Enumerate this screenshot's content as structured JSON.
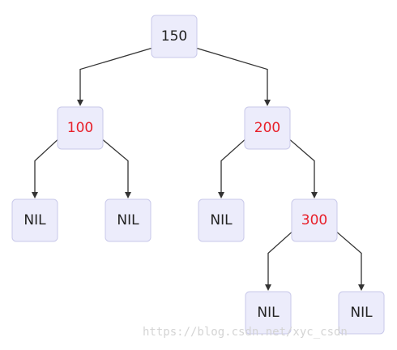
{
  "colors": {
    "black_label": "#222222",
    "red_label": "#e8202a",
    "node_fill": "#ececfb",
    "node_border": "#c9c9ea",
    "edge": "#333333",
    "watermark": "#d4d4d4"
  },
  "nodes": [
    {
      "id": "n150",
      "label": "150",
      "color": "black"
    },
    {
      "id": "n100",
      "label": "100",
      "color": "red"
    },
    {
      "id": "n200",
      "label": "200",
      "color": "red"
    },
    {
      "id": "nilA",
      "label": "NIL",
      "color": "black"
    },
    {
      "id": "nilB",
      "label": "NIL",
      "color": "black"
    },
    {
      "id": "nilC",
      "label": "NIL",
      "color": "black"
    },
    {
      "id": "n300",
      "label": "300",
      "color": "red"
    },
    {
      "id": "nilD",
      "label": "NIL",
      "color": "black"
    },
    {
      "id": "nilE",
      "label": "NIL",
      "color": "black"
    }
  ],
  "edges": [
    {
      "from": "n150",
      "to": "n100"
    },
    {
      "from": "n150",
      "to": "n200"
    },
    {
      "from": "n100",
      "to": "nilA"
    },
    {
      "from": "n100",
      "to": "nilB"
    },
    {
      "from": "n200",
      "to": "nilC"
    },
    {
      "from": "n200",
      "to": "n300"
    },
    {
      "from": "n300",
      "to": "nilD"
    },
    {
      "from": "n300",
      "to": "nilE"
    }
  ],
  "watermark": "https://blog.csdn.net/xyc_csdn"
}
